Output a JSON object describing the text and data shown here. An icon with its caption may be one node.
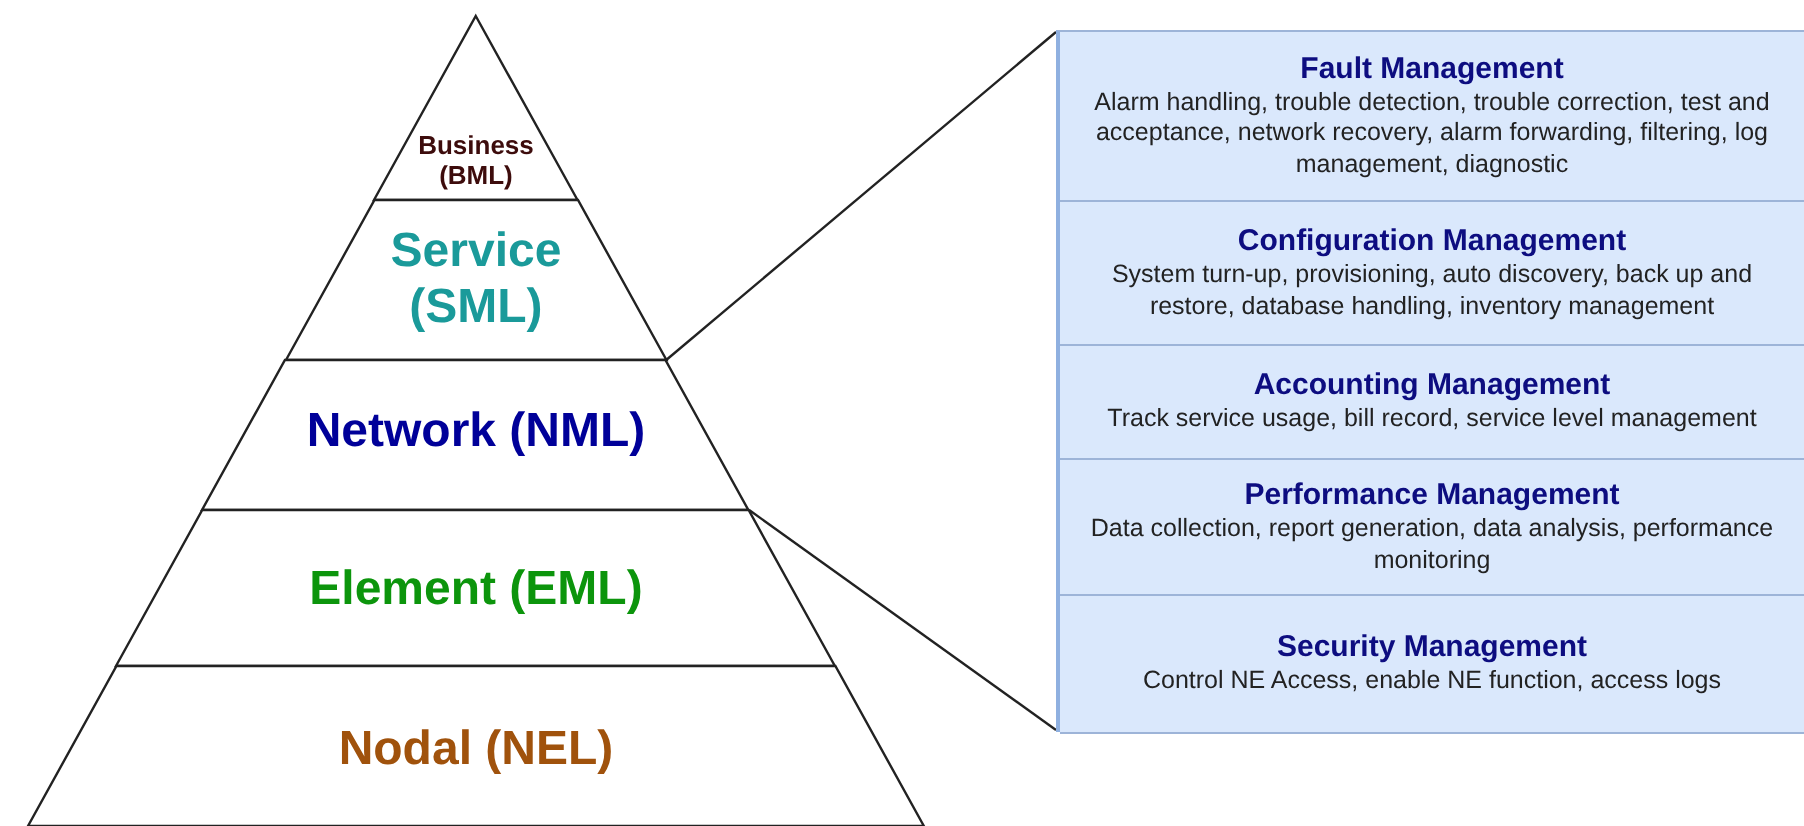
{
  "diagram": {
    "nodes": [
      {
        "text": [
          "Business (BML)"
        ]
      },
      {
        "text": [
          "Service (SML)"
        ]
      },
      {
        "text": [
          "Network (NML)"
        ]
      },
      {
        "text": [
          "Element (EML)"
        ]
      },
      {
        "text": [
          "Nodal (NEL)"
        ]
      },
      {
        "text": [],
        "shape": "box"
      },
      {
        "text": [
          "Fault Management",
          "Alarm handling, trouble detection, trouble correction, test and acceptance, network recovery, alarm forwarding, filtering, log management, diagnostic"
        ],
        "in": 5
      },
      {
        "text": [
          "Configuration Management",
          "System turn-up, provisioning, auto discovery, back up and restore, database handling, inventory management"
        ],
        "in": 5
      },
      {
        "text": [
          "Accounting Management",
          "Track service usage, bill record, service level management"
        ],
        "in": 5
      },
      {
        "text": [
          "Performance Management",
          "Data collection, report generation, data analysis, performance monitoring"
        ],
        "in": 5
      },
      {
        "text": [
          "Security Management",
          "Control NE Access, enable NE function, access logs"
        ],
        "in": 5
      }
    ],
    "edges": [
      {
        "from": 2,
        "to": 5,
        "arrow": "none"
      },
      {
        "from": 2,
        "to": 5,
        "arrow": "none"
      }
    ]
  }
}
